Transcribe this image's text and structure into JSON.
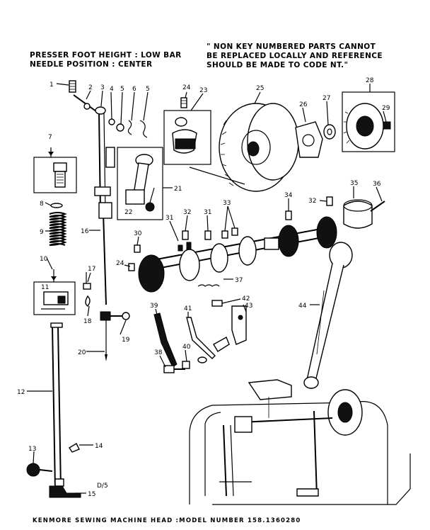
{
  "header": {
    "left_line1": "PRESSER FOOT HEIGHT : LOW BAR",
    "left_line2": "NEEDLE POSITION : CENTER",
    "right_line1": "\" NON KEY NUMBERED PARTS CANNOT",
    "right_line2": "BE REPLACED LOCALLY AND REFERENCE",
    "right_line3": "SHOULD BE MADE TO CODE NT.\""
  },
  "page_mark": "D/5",
  "footer": "KENMORE SEWING MACHINE HEAD :MODEL NUMBER 158.1360280",
  "callouts": {
    "c1": "1",
    "c2": "2",
    "c3": "3",
    "c4": "4",
    "c5": "5",
    "c5b": "5",
    "c6": "6",
    "c7": "7",
    "c8": "8",
    "c9": "9",
    "c10": "10",
    "c11": "11",
    "c12": "12",
    "c13": "13",
    "c14": "14",
    "c15": "15",
    "c16": "16",
    "c17": "17",
    "c18": "18",
    "c19": "19",
    "c20": "20",
    "c21": "21",
    "c22": "22",
    "c23": "23",
    "c24": "24",
    "c24b": "24",
    "c25": "25",
    "c26": "26",
    "c27": "27",
    "c28": "28",
    "c29": "29",
    "c30": "30",
    "c31": "31",
    "c31b": "31",
    "c32": "32",
    "c32b": "32",
    "c33": "33",
    "c34": "34",
    "c35": "35",
    "c36": "36",
    "c37": "37",
    "c38": "38",
    "c39": "39",
    "c40": "40",
    "c41": "41",
    "c42": "42",
    "c43": "43",
    "c44": "44"
  }
}
